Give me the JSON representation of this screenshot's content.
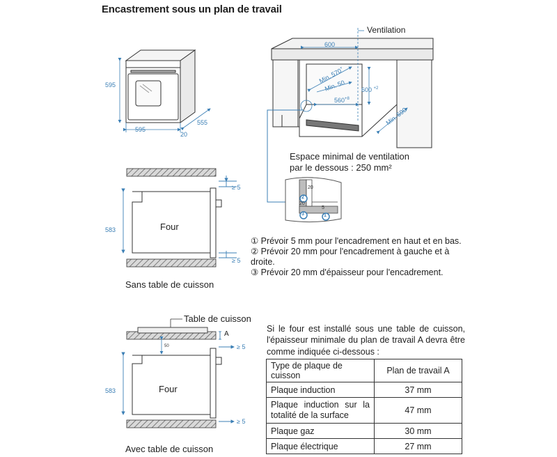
{
  "title": "Encastrement sous un plan de travail",
  "oven_dims": {
    "height": "595",
    "width": "595",
    "depth": "555",
    "front": "20"
  },
  "cabinet_dims": {
    "ventilation": "Ventilation",
    "w600": "600",
    "min570": "Min. 570",
    "min570_sup": "+",
    "min50": "Min. 50",
    "h600": "600",
    "h600_sup": "+2",
    "d560": "560",
    "d560_sup": "+8",
    "min590": "Min. 590"
  },
  "ventilation_note": {
    "line1": "Espace minimal de ventilation",
    "line2": "par le dessous : 250 mm²"
  },
  "detail": {
    "d20a": "20",
    "d20b": "20",
    "d5": "5",
    "n2": "2",
    "n3": "3",
    "n1": "1"
  },
  "sans": {
    "label": "Sans table de cuisson",
    "oven": "Four",
    "h583": "583",
    "gap_top": "≥ 5",
    "gap_bottom": "≥ 5"
  },
  "notes": [
    "① Prévoir 5 mm pour l'encadrement en haut et en bas.",
    "② Prévoir 20 mm pour l'encadrement à gauche et à",
    "droite.",
    "③ Prévoir 20 mm d'épaisseur pour l'encadrement."
  ],
  "avec": {
    "label": "Avec table de cuisson",
    "hob": "Table de cuisson",
    "a": "A",
    "d50": "50",
    "oven": "Four",
    "h583": "583",
    "gap_top": "≥ 5",
    "gap_bottom": "≥ 5"
  },
  "paragraph": "Si le four est installé sous une table de cuisson, l'épaisseur minimale du plan de travail A devra être comme indiquée ci-dessous :",
  "table": {
    "headers": [
      "Type de plaque de cuisson",
      "Plan de travail A"
    ],
    "rows": [
      [
        "Plaque induction",
        "37 mm"
      ],
      [
        "Plaque induction sur la totalité de la surface",
        "47 mm"
      ],
      [
        "Plaque gaz",
        "30 mm"
      ],
      [
        "Plaque électrique",
        "27 mm"
      ]
    ]
  }
}
